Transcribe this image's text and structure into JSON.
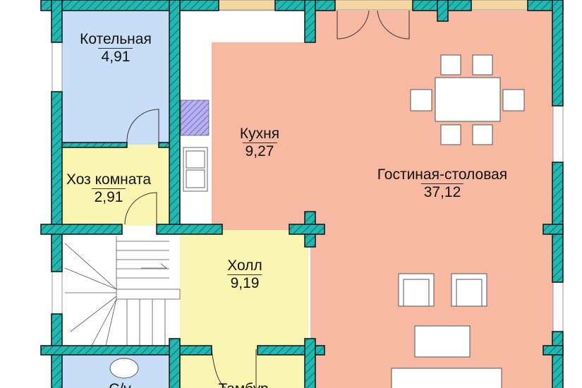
{
  "colors": {
    "wall": "#22b8b2",
    "dry_room": "#c8def6",
    "utility": "#fbf5b2",
    "living": "#f8b9a2"
  },
  "rooms": [
    {
      "name": "Котельная",
      "area": "4,91"
    },
    {
      "name": "Хоз комната",
      "area": "2,91"
    },
    {
      "name": "Кухня",
      "area": "9,27"
    },
    {
      "name": "Гостиная-столовая",
      "area": "37,12"
    },
    {
      "name": "Холл",
      "area": "9,19"
    },
    {
      "name": "С/у",
      "area": ""
    },
    {
      "name": "Тамбур",
      "area": ""
    }
  ]
}
